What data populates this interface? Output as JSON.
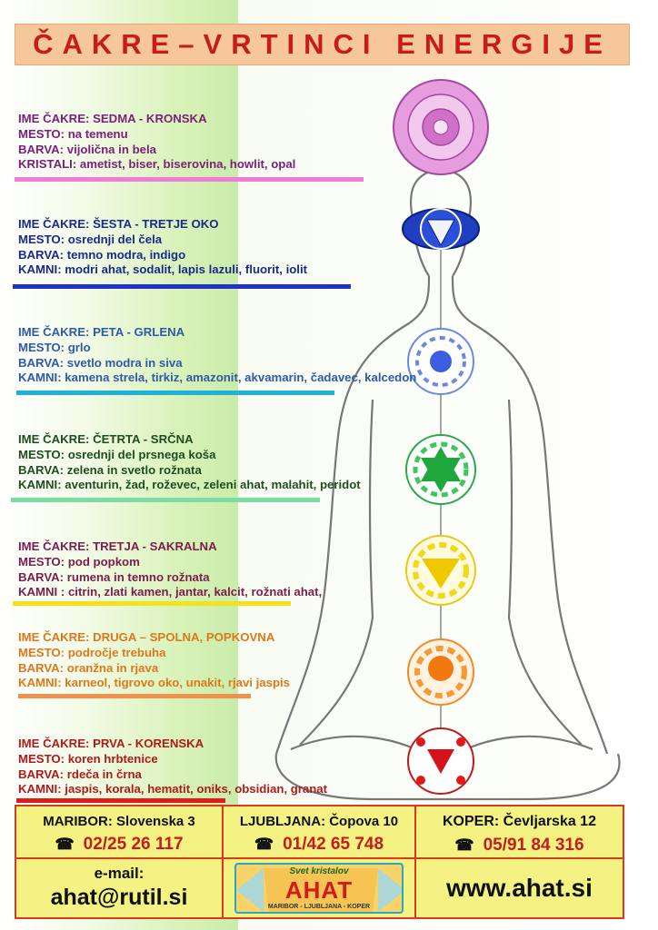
{
  "title": "ČAKRE–VRTINCI ENERGIJE",
  "chakras": [
    {
      "name_label": "IME ČAKRE:",
      "name": "SEDMA - KRONSKA",
      "place_label": "MESTO:",
      "place": "na temenu",
      "color_label": "BARVA:",
      "color": "vijolična in bela",
      "stones_label": "KRISTALI:",
      "stones": "ametist, biser, biserovina, howlit, opal",
      "text_color": "#7a1f7a",
      "line_color": "#f07cd8"
    },
    {
      "name_label": "IME ČAKRE:",
      "name": "ŠESTA - TRETJE OKO",
      "place_label": "MESTO:",
      "place": "osrednji del čela",
      "color_label": "BARVA:",
      "color": "temno modra, indigo",
      "stones_label": "KAMNI:",
      "stones": "modri ahat, sodalit, lapis lazuli, fluorit, iolit",
      "text_color": "#1b2a8a",
      "line_color": "#2032c8"
    },
    {
      "name_label": "IME ČAKRE:",
      "name": "PETA - GRLENA",
      "place_label": "MESTO:",
      "place": "grlo",
      "color_label": "BARVA:",
      "color": "svetlo modra in siva",
      "stones_label": "KAMNI:",
      "stones": "kamena strela, tirkiz, amazonit, akvamarin, čadavec, kalcedon",
      "text_color": "#2f5aa8",
      "line_color": "#21b0d8"
    },
    {
      "name_label": "IME ČAKRE:",
      "name": "ČETRTA - SRČNA",
      "place_label": "MESTO:",
      "place": "osrednji del prsnega koša",
      "color_label": "BARVA:",
      "color": "zelena  in svetlo rožnata",
      "stones_label": "KAMNI:",
      "stones": "aventurin, žad, roževec, zeleni ahat, malahit, peridot",
      "text_color": "#1f4d1f",
      "line_color": "#7ddca4"
    },
    {
      "name_label": "IME ČAKRE:",
      "name": "TRETJA - SAKRALNA",
      "place_label": "MESTO:",
      "place": "pod popkom",
      "color_label": "BARVA:",
      "color": "rumena in temno rožnata",
      "stones_label": "KAMNI :",
      "stones": "citrin, zlati kamen, jantar, kalcit, rožnati ahat,",
      "text_color": "#7a1f4d",
      "line_color": "#f2e21a"
    },
    {
      "name_label": "IME ČAKRE:",
      "name": "DRUGA – SPOLNA, POPKOVNA",
      "place_label": "MESTO:",
      "place": "področje trebuha",
      "color_label": "BARVA:",
      "color": "oranžna in rjava",
      "stones_label": "KAMNI:",
      "stones": "karneol, tigrovo oko, unakit, rjavi jaspis",
      "text_color": "#e0781a",
      "line_color": "#f0924a"
    },
    {
      "name_label": "IME ČAKRE:",
      "name": "PRVA - KORENSKA",
      "place_label": "MESTO:",
      "place": "koren hrbtenice",
      "color_label": "BARVA:",
      "color": "rdeča in črna",
      "stones_label": "KAMNI:",
      "stones": "jaspis, korala, hematit, oniks, obsidian, granat",
      "text_color": "#b01a1a",
      "line_color": "#e21a1a"
    }
  ],
  "footer": {
    "maribor": {
      "city": "MARIBOR: Slovenska 3",
      "phone": "02/25 26 117"
    },
    "ljubljana": {
      "city": "LJUBLJANA: Čopova 10",
      "phone": "01/42 65 748"
    },
    "koper": {
      "city": "KOPER: Čevljarska 12",
      "phone": "05/91 84 316"
    },
    "email_label": "e-mail:",
    "email": "ahat@rutil.si",
    "logo_top": "Svet kristalov",
    "logo_main": "AHAT",
    "logo_cities": "MARIBOR - LJUBLJANA - KOPER",
    "website": "www.ahat.si"
  },
  "icons": {
    "phone": "telephone-icon"
  },
  "colors": {
    "title": "#c81b1b",
    "title_bg": "#f6c79a",
    "footer_bg": "#f4f283",
    "footer_border": "#d93a1e"
  }
}
